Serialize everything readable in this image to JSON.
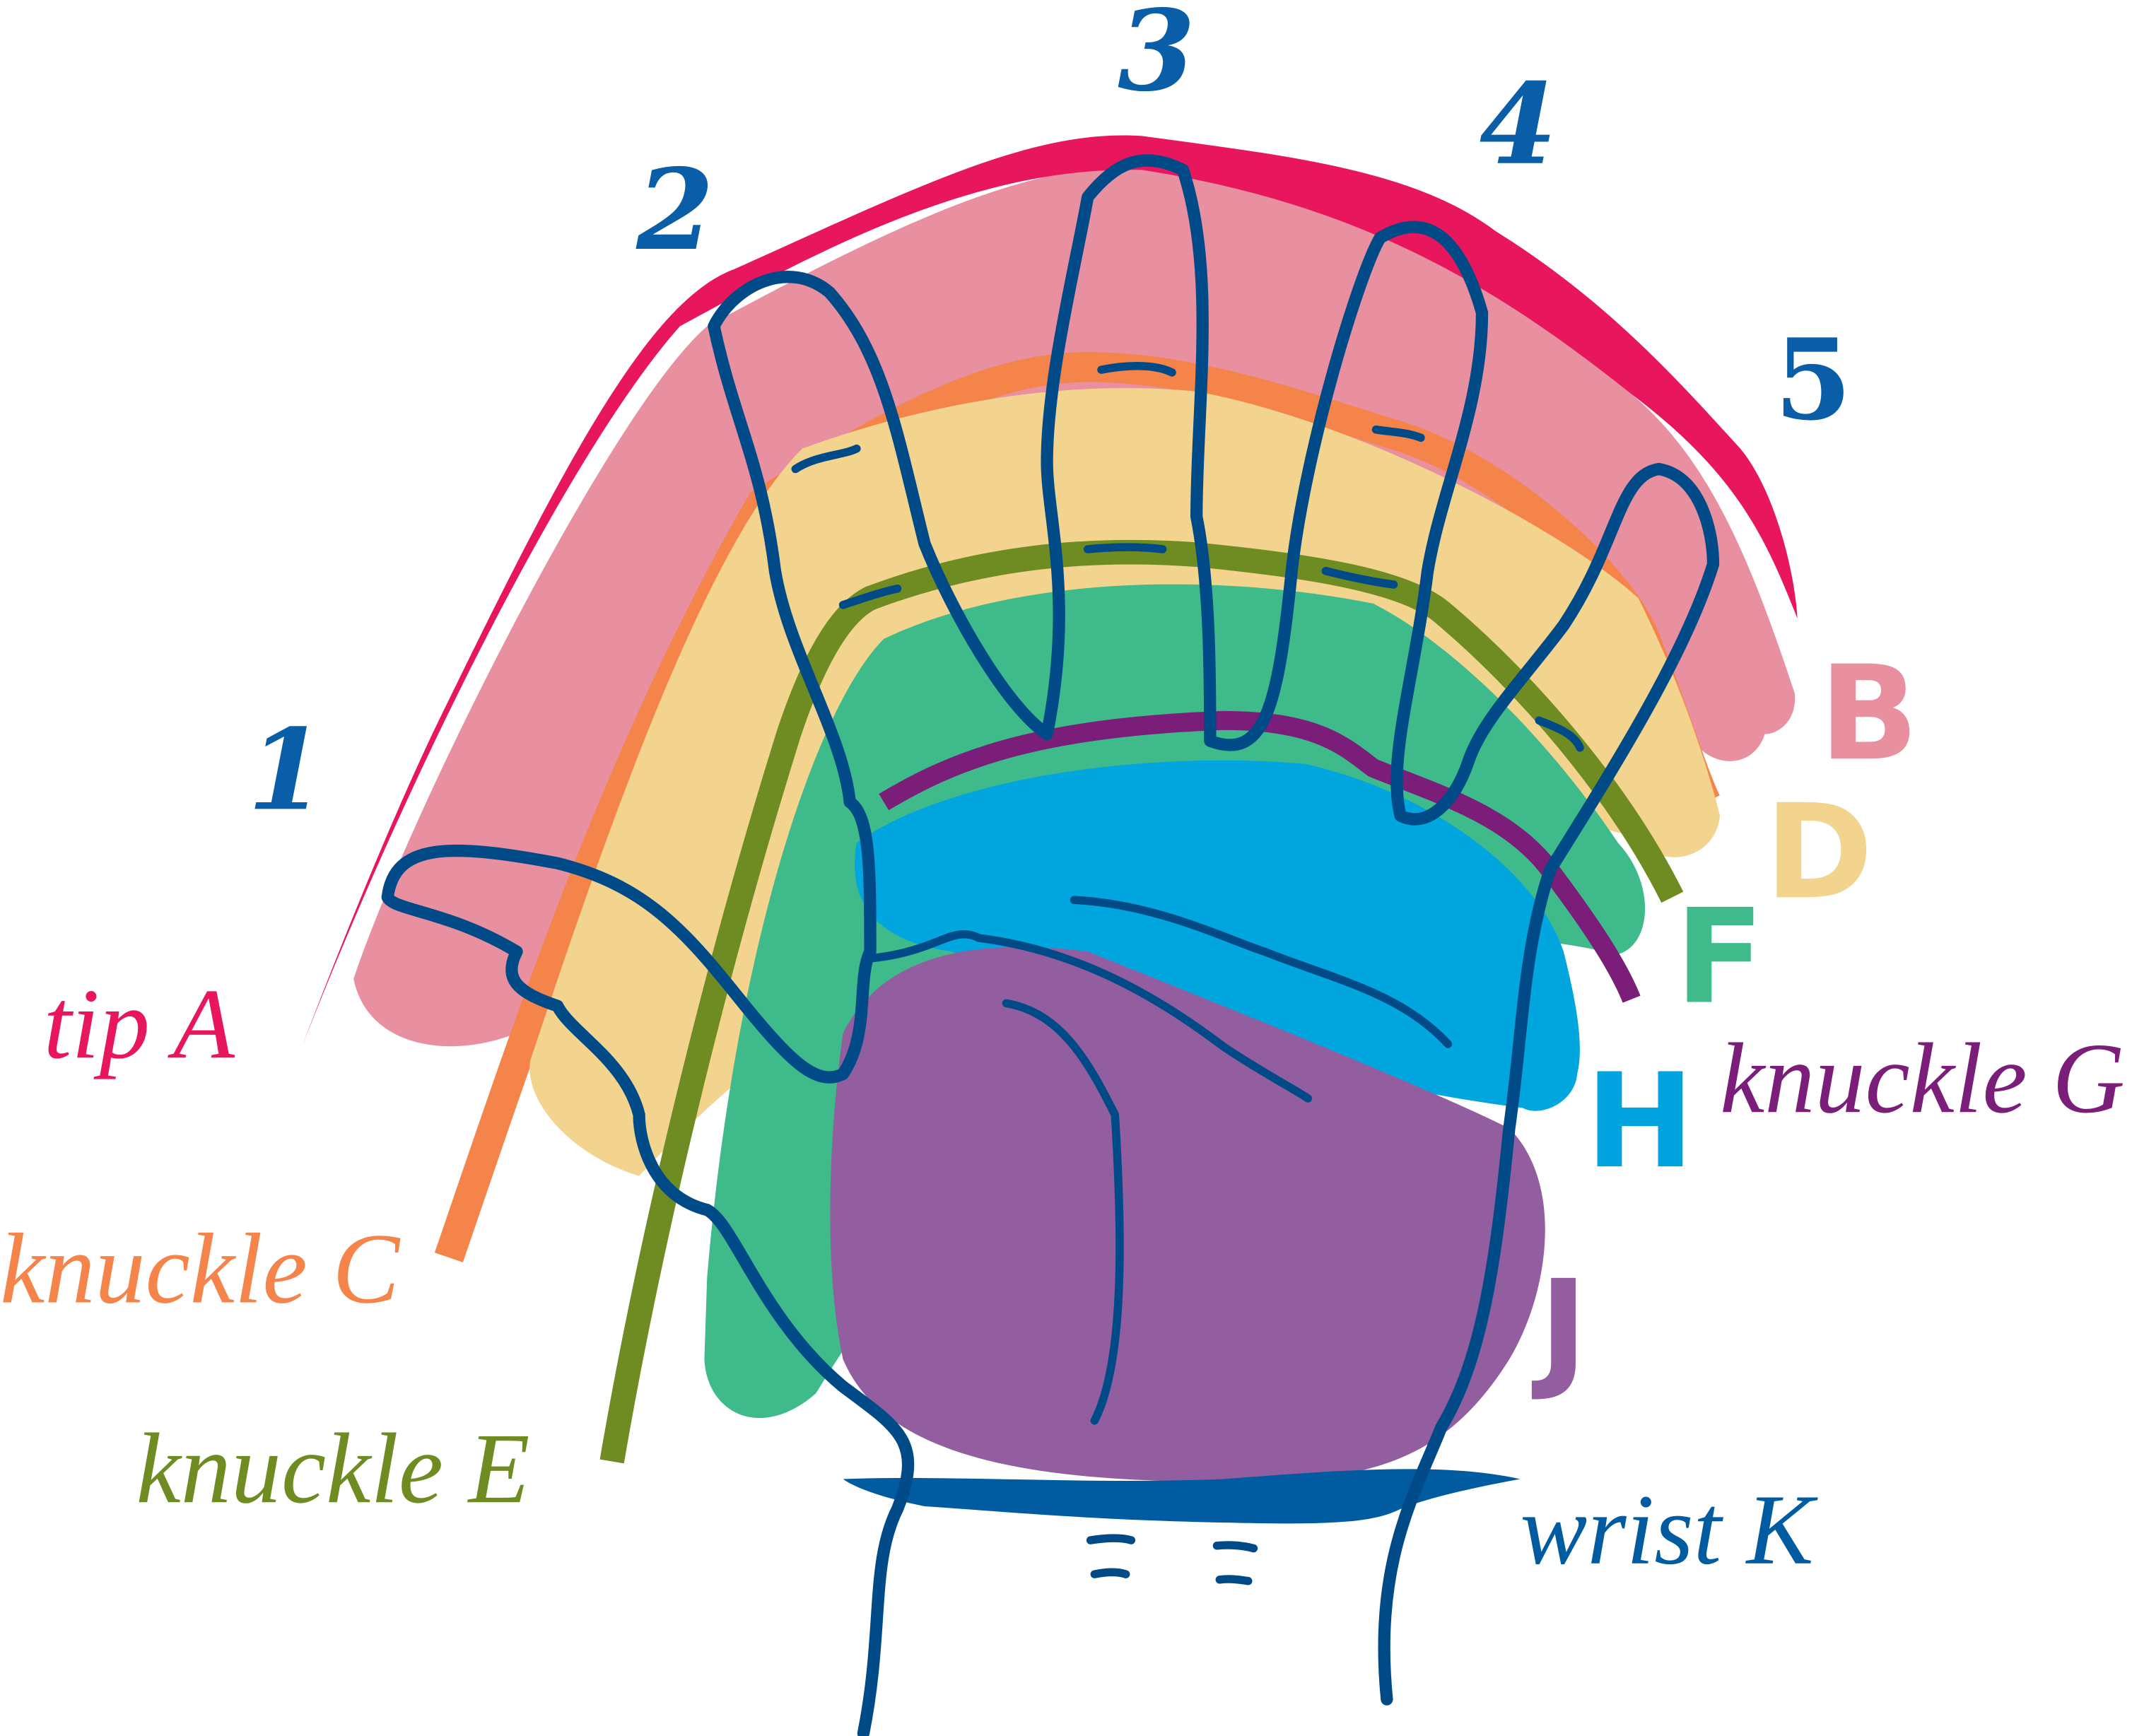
{
  "title": "Hand regions diagram",
  "fingers": [
    "1",
    "2",
    "3",
    "4",
    "5"
  ],
  "regions": {
    "tip": "tip A",
    "b": "B",
    "knuckle_c": "knuckle C",
    "d": "D",
    "knuckle_e": "knuckle E",
    "f": "F",
    "knuckle_g": "knuckle G",
    "h": "H",
    "j": "J",
    "wrist": "wrist K"
  },
  "colors": {
    "tip": "#e8175d",
    "b": "#e88fa0",
    "c": "#f5844a",
    "d": "#f2d48e",
    "e": "#6f8c22",
    "f": "#3fba8a",
    "g": "#7a1e7a",
    "h": "#00a6de",
    "j": "#925e9f",
    "k": "#005ba0",
    "outline": "#004b87"
  }
}
